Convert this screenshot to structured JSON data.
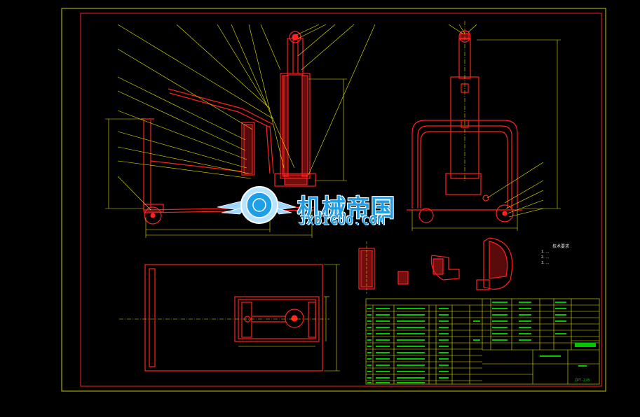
{
  "watermark": {
    "brand_text": "机械帝国",
    "url_text": "JXDIGUO.COM"
  },
  "tech_requirements": {
    "title": "技术要求",
    "lines": [
      "1. ...",
      "2. ...",
      "3. ..."
    ]
  },
  "title_block": {
    "drawing_number": "ZPT-2/8"
  },
  "colors": {
    "background": "#000000",
    "frame": "#c8c800",
    "geometry": "#ff2020",
    "leader": "#e8e800",
    "text": "#00e000",
    "white": "#e8e8e8",
    "watermark": "#1f9fe8"
  }
}
